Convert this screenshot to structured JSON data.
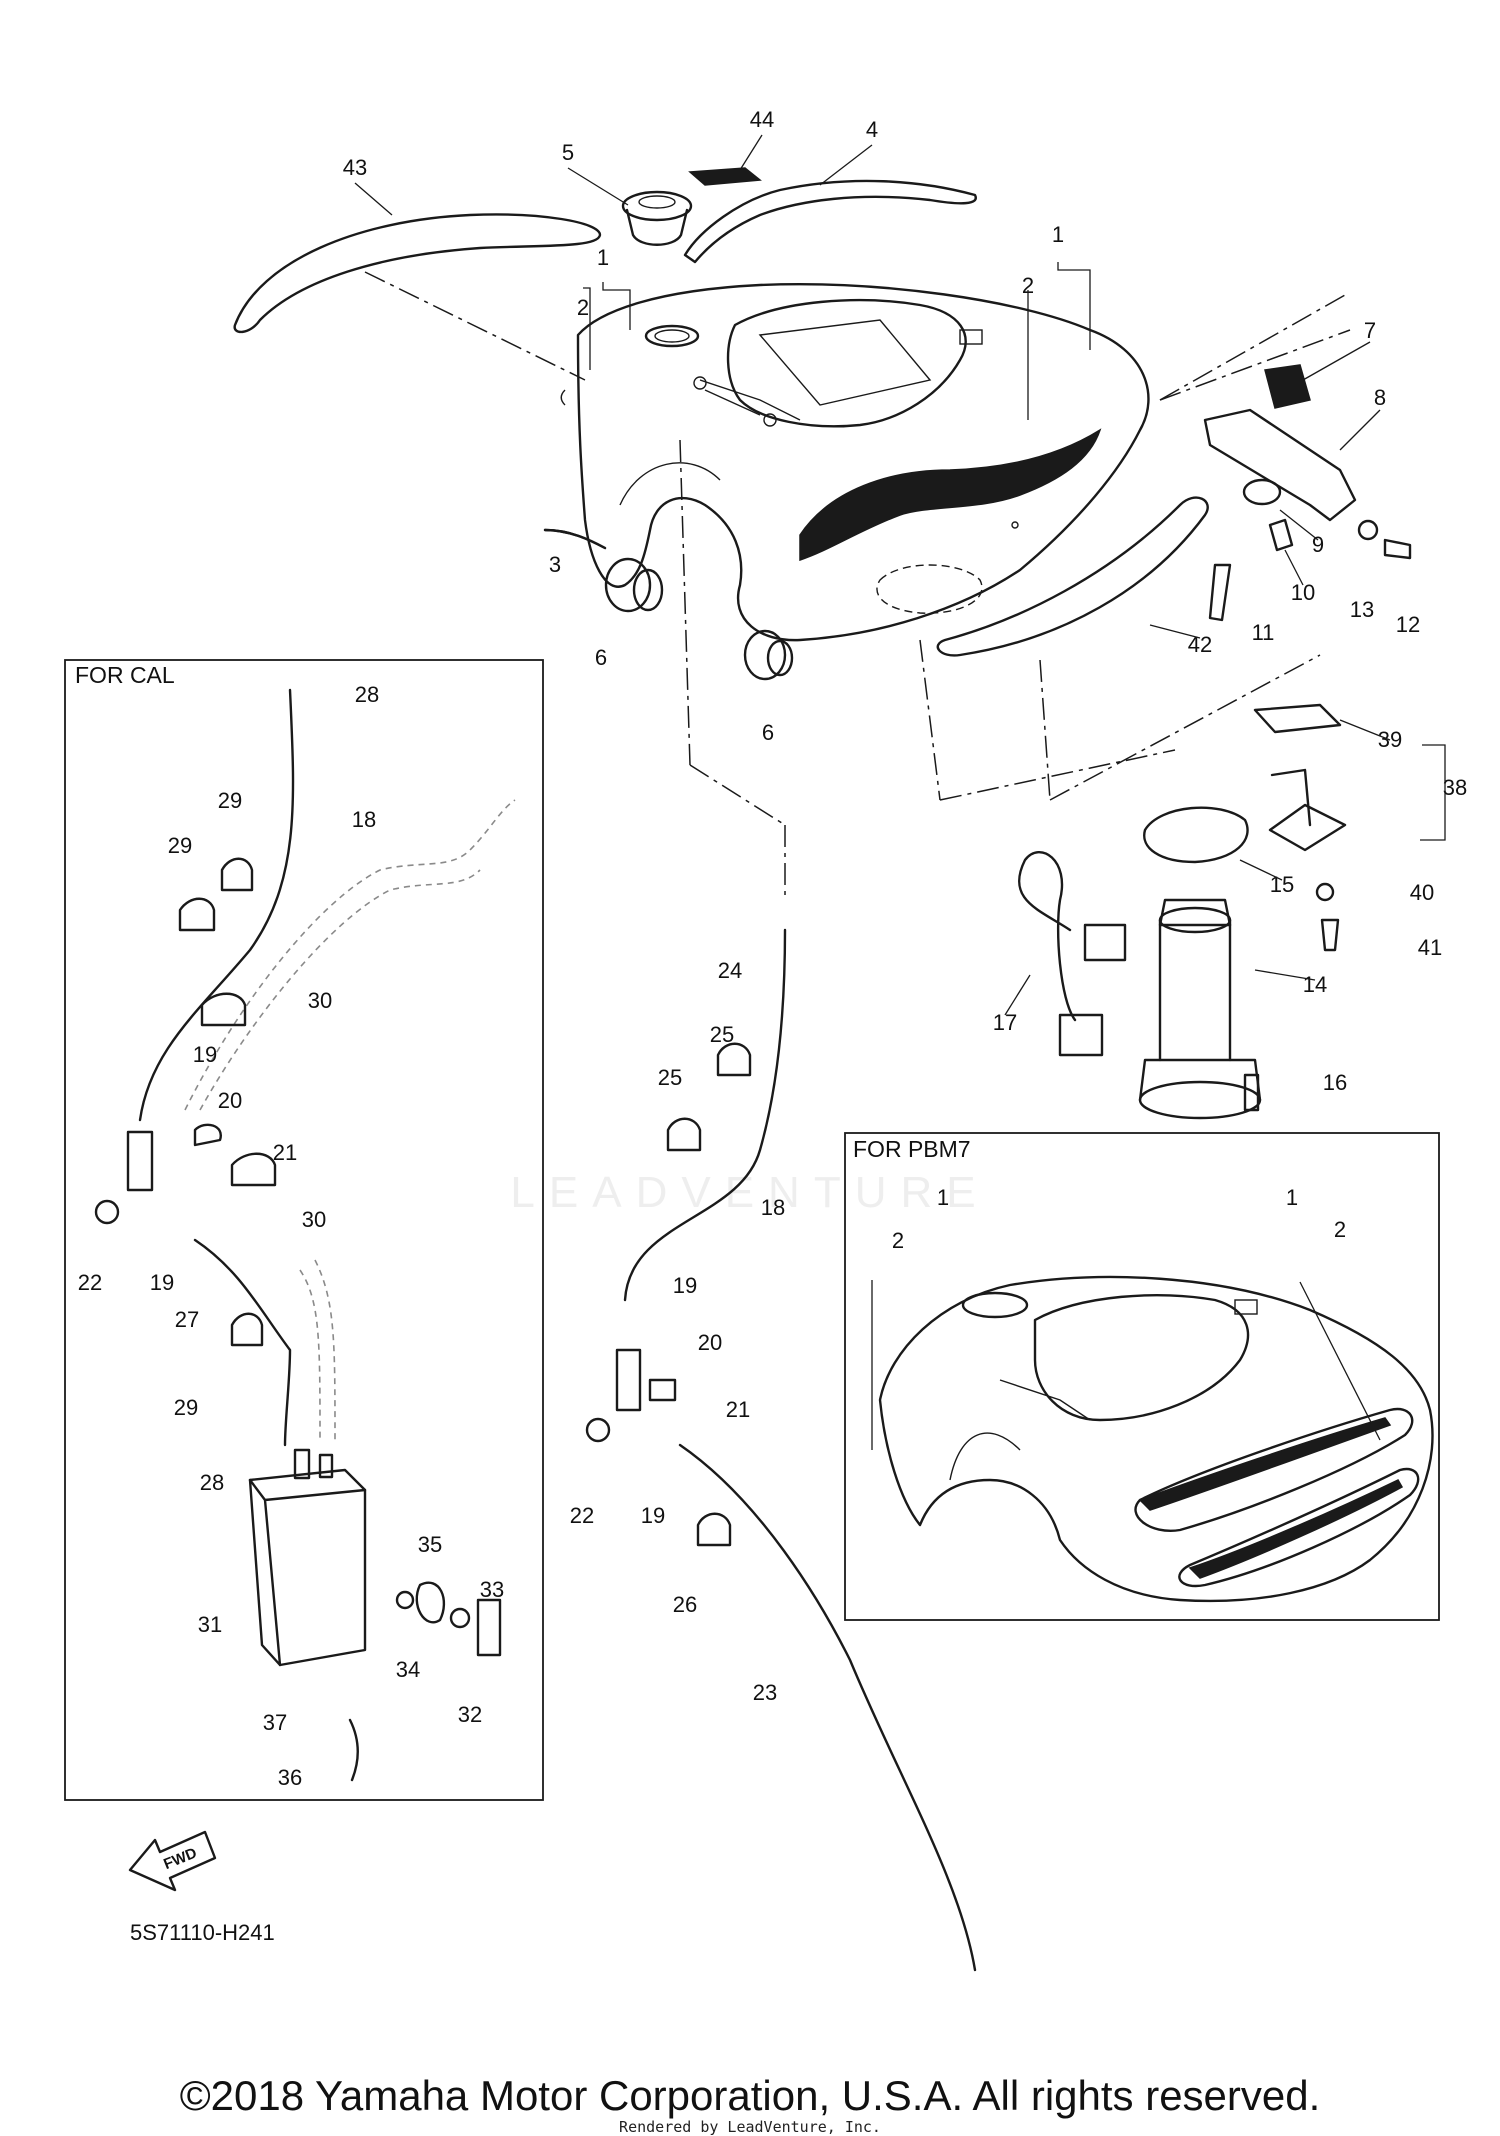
{
  "diagram": {
    "diagram_code": "5S71110-H241",
    "copyright": "©2018 Yamaha Motor Corporation, U.S.A. All rights reserved.",
    "rendered_by": "Rendered by LeadVenture, Inc.",
    "watermark": "LEADVENTURE",
    "fwd_label": "FWD",
    "boxes": {
      "cal": "FOR CAL",
      "pbm7": "FOR PBM7"
    },
    "callouts": [
      "1",
      "2",
      "3",
      "4",
      "5",
      "6",
      "7",
      "8",
      "9",
      "10",
      "11",
      "12",
      "13",
      "14",
      "15",
      "16",
      "17",
      "18",
      "19",
      "20",
      "21",
      "22",
      "23",
      "24",
      "25",
      "26",
      "27",
      "28",
      "29",
      "30",
      "31",
      "32",
      "33",
      "34",
      "35",
      "36",
      "37",
      "38",
      "39",
      "40",
      "41",
      "42",
      "43",
      "44"
    ]
  }
}
